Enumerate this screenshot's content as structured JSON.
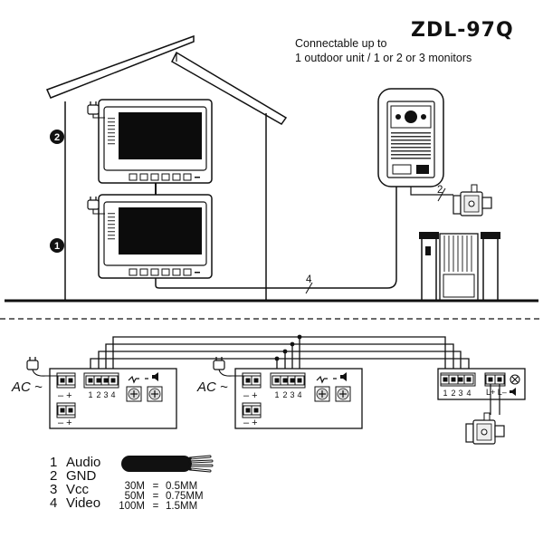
{
  "model": "ZDL-97Q",
  "description": {
    "line1": "Connectable up to",
    "line2": "1 outdoor unit / 1 or 2 or 3 monitors"
  },
  "markers": {
    "monitor_top": "2",
    "monitor_bottom": "1"
  },
  "cable_counts": {
    "lock_cable": "2",
    "main_cable": "4"
  },
  "power_label": "AC ~",
  "terminals": {
    "pins": [
      "1",
      "2",
      "3",
      "4"
    ],
    "minus_plus": "– +",
    "lock": "L+ L–"
  },
  "legend": [
    {
      "num": "1",
      "label": "Audio"
    },
    {
      "num": "2",
      "label": "GND"
    },
    {
      "num": "3",
      "label": "Vcc"
    },
    {
      "num": "4",
      "label": "Video"
    }
  ],
  "cable_specs": [
    {
      "length": "30M",
      "eq": "=",
      "size": "0.5MM"
    },
    {
      "length": "50M",
      "eq": "=",
      "size": "0.75MM"
    },
    {
      "length": "100M",
      "eq": "=",
      "size": "1.5MM"
    }
  ]
}
